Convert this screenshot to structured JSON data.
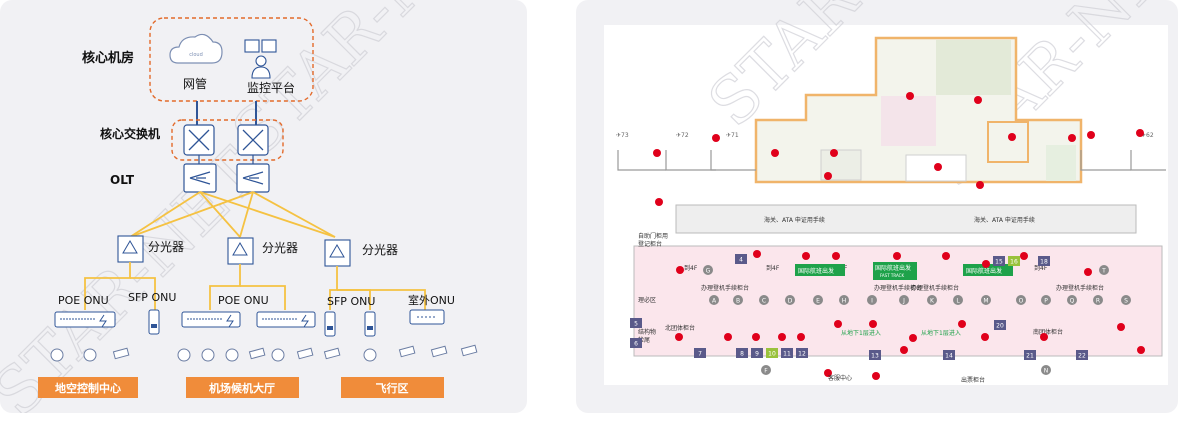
{
  "left_diagram": {
    "core_room_label": "核心机房",
    "nms_label": "网管",
    "monitor_label": "监控平台",
    "core_switch_label": "核心交换机",
    "olt_label": "OLT",
    "splitter_label": "分光器",
    "onus": [
      {
        "label": "POE ONU"
      },
      {
        "label": "SFP ONU"
      },
      {
        "label": "POE ONU"
      },
      {
        "label": "SFP ONU"
      },
      {
        "label": "室外ONU"
      }
    ],
    "zones": [
      {
        "label": "地空控制中心"
      },
      {
        "label": "机场候机大厅"
      },
      {
        "label": "飞行区"
      }
    ],
    "colors": {
      "orange": "#f08c3a",
      "blue_line": "#2f5597",
      "yellow_line": "#f5c242",
      "dashed": "#e36a2a"
    }
  },
  "floor_plan": {
    "gates": [
      "73",
      "72",
      "71",
      "62"
    ],
    "counters": [
      "G",
      "A",
      "B",
      "C",
      "D",
      "E",
      "H",
      "I",
      "J",
      "K",
      "L",
      "M",
      "O",
      "P",
      "Q",
      "R",
      "S",
      "T",
      "F",
      "N"
    ],
    "numbered_boxes": [
      "4",
      "5",
      "6",
      "7",
      "8",
      "9",
      "10",
      "11",
      "12",
      "13",
      "14",
      "15",
      "16",
      "18",
      "20",
      "21",
      "22"
    ],
    "labels": {
      "self_gate": "自助门柜用",
      "self_gate2": "登记柜台",
      "office": "理必区",
      "lost_found": "结构物",
      "lost_found2": "检尾",
      "group_counter": "北团体柜台",
      "south_group": "南团体柜台",
      "customs": "海关、ATA 申证用手续",
      "customs2": "海关、ATA 申证用手续",
      "intl_dep1": "国际航班出发",
      "intl_dep2": "国际航班出发",
      "fast_track": "国际航班出发",
      "fast_track_en": "FAST TRACK",
      "checkin1": "办理登机手续柜台",
      "checkin2": "办理登机手续柜台",
      "checkin3": "办理登机手续柜台",
      "checkin4": "办理登机手续柜台",
      "to4f_1": "到4F",
      "to4f_2": "到4F",
      "to4f_3": "到4F",
      "to4f_4": "到4F",
      "b1_in1": "从地下1层进入",
      "b1_in2": "从地下1层进入",
      "service_center": "客服中心",
      "ticket": "出票柜台"
    },
    "colors": {
      "floor_pink": "#fbe6ec",
      "orange_outline": "#f0b46a",
      "red_dot": "#e0001b",
      "green": "#1ea24a"
    }
  }
}
